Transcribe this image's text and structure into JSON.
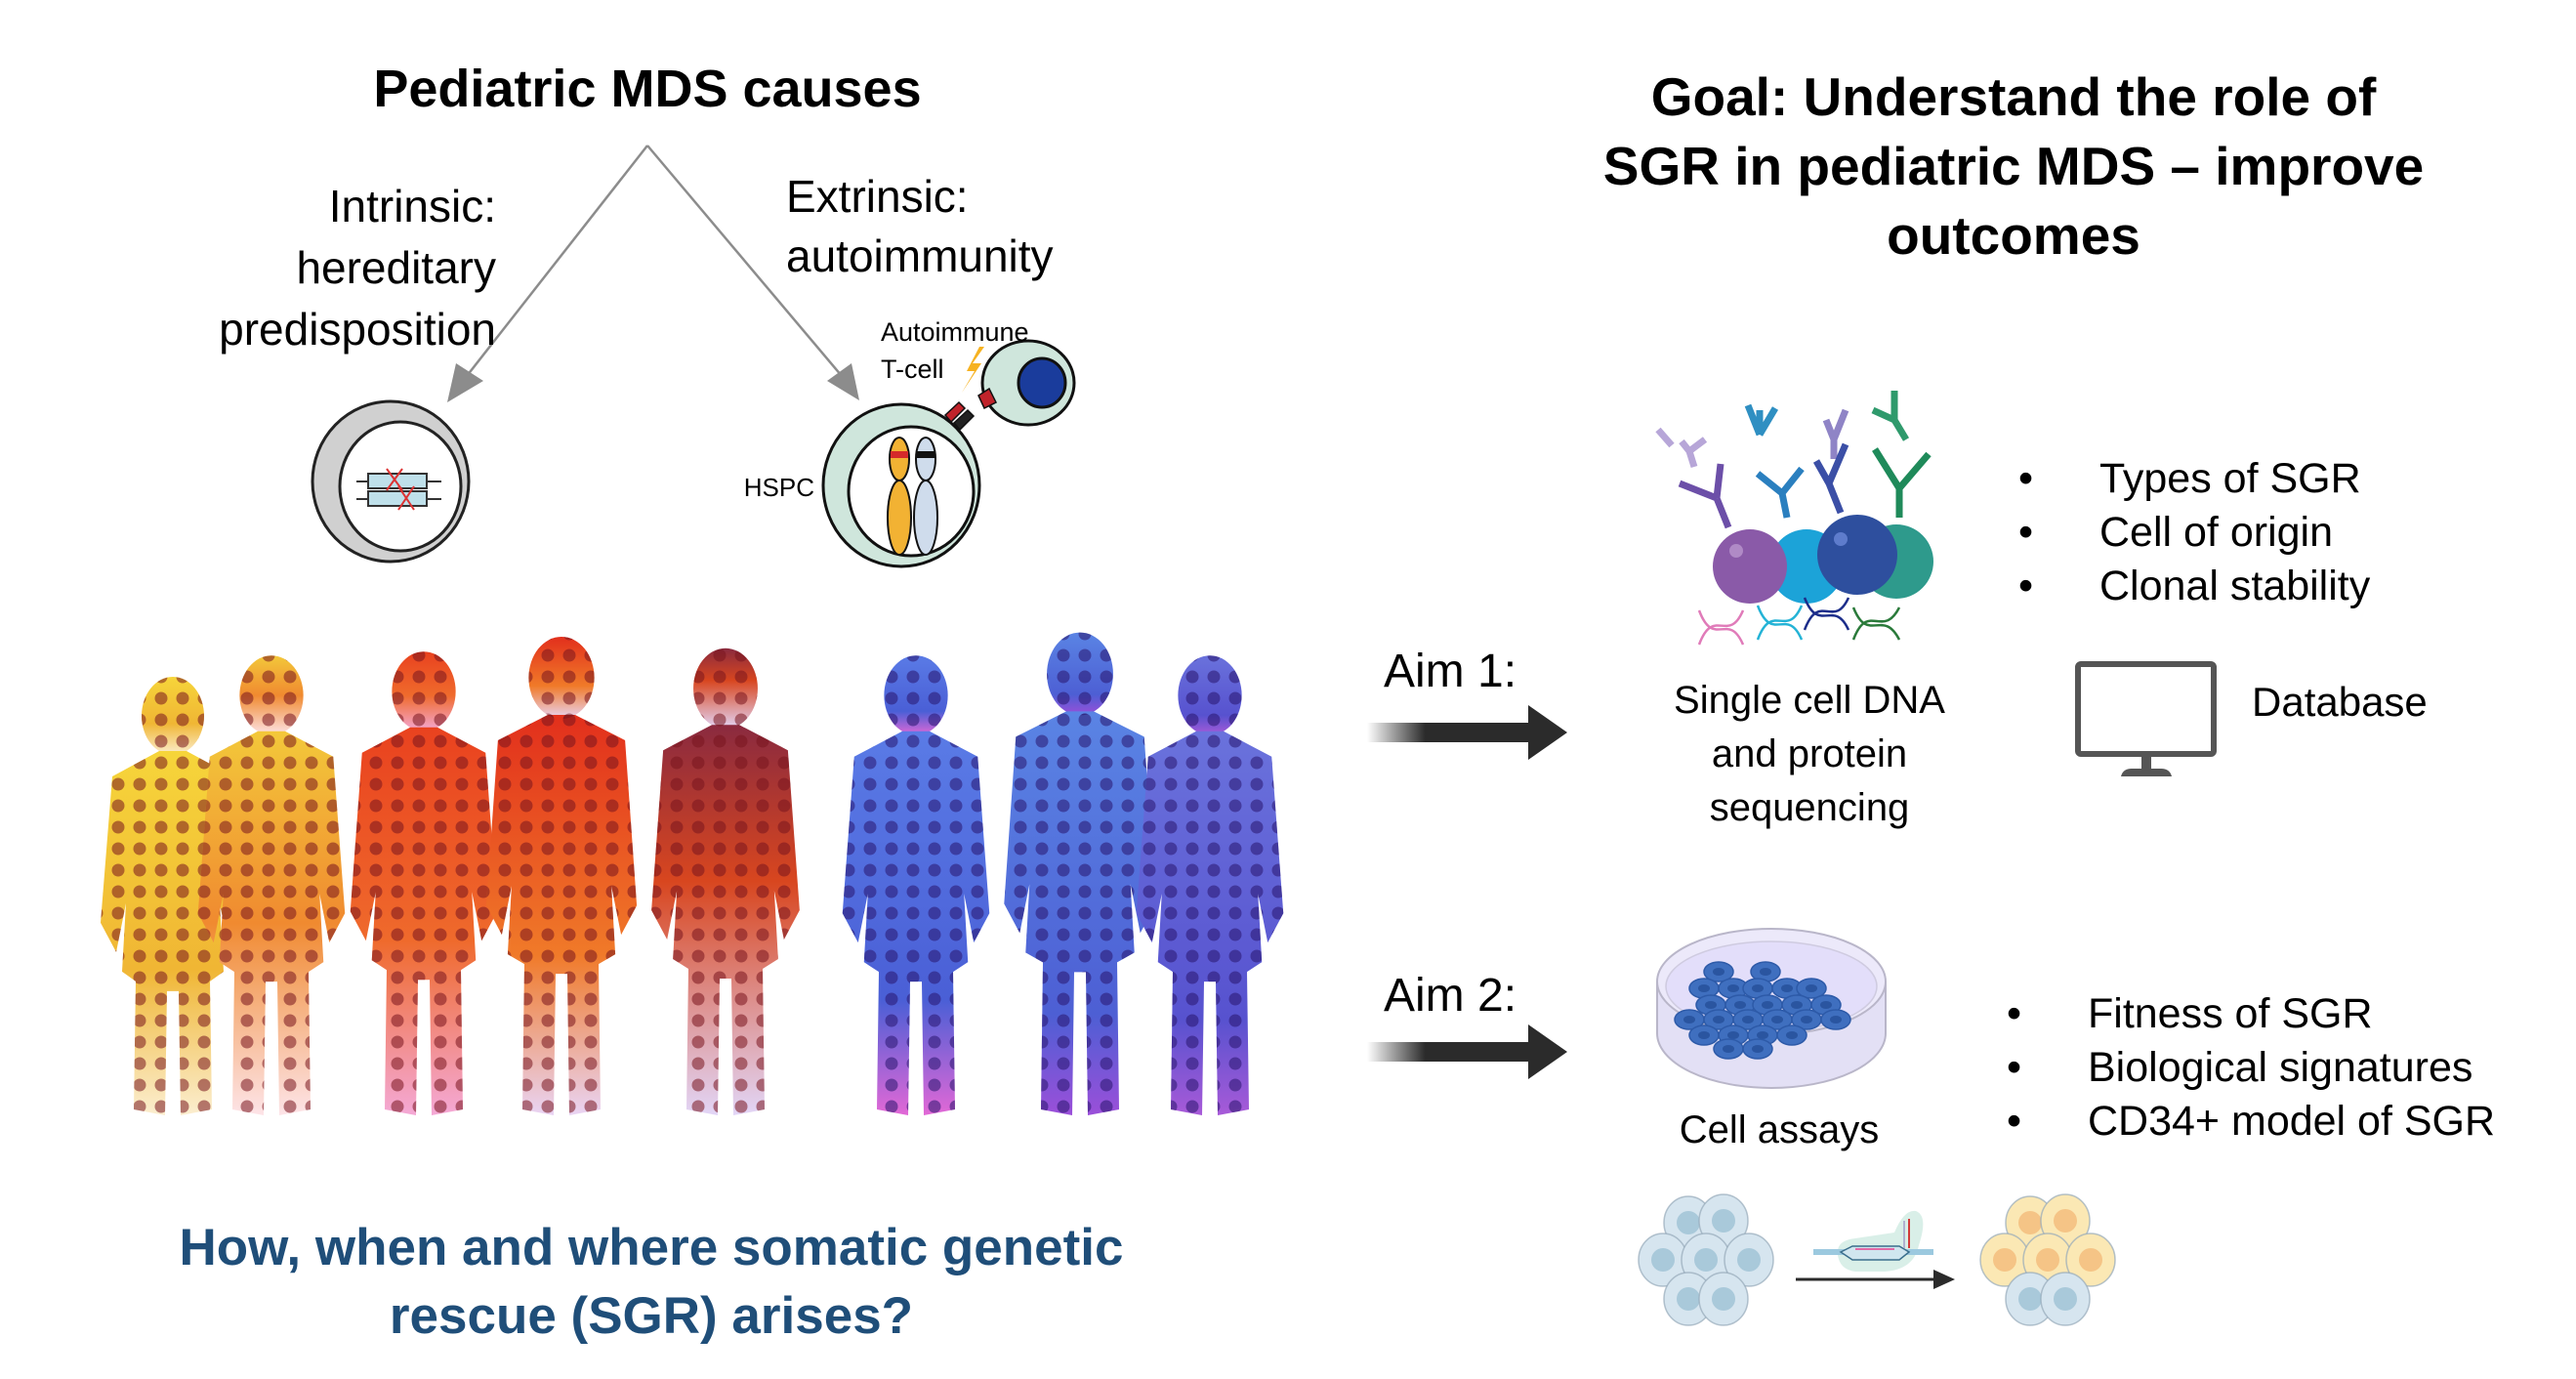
{
  "left_panel": {
    "title": "Pediatric MDS causes",
    "intrinsic": {
      "lines": [
        "Intrinsic:",
        "hereditary",
        "predisposition"
      ]
    },
    "extrinsic": {
      "lines": [
        "Extrinsic:",
        "autoimmunity"
      ]
    },
    "tcell_label_lines": [
      "Autoimmune",
      "T-cell"
    ],
    "hspc_label": "HSPC",
    "question_lines": [
      "How, when and where somatic genetic",
      "rescue (SGR) arises?"
    ]
  },
  "right_panel": {
    "goal_lines": [
      "Goal: Understand the role of",
      "SGR in pediatric MDS – improve",
      "outcomes"
    ],
    "aim1": {
      "label": "Aim 1:",
      "method_lines": [
        "Single cell DNA",
        "and protein",
        "sequencing"
      ],
      "bullet_glyph": "•",
      "bullets": [
        "Types of SGR",
        "Cell of origin",
        "Clonal stability"
      ],
      "database_label": "Database"
    },
    "aim2": {
      "label": "Aim 2:",
      "method_label": "Cell assays",
      "bullet_glyph": "•",
      "bullets": [
        "Fitness of SGR",
        "Biological signatures",
        "CD34+ model of SGR"
      ]
    }
  },
  "icons": {
    "arrow_gray": "causal-arrow",
    "aim_arrow": "aim-arrow",
    "monitor": "monitor-icon",
    "petri_dish": "petri-dish-icon",
    "antibody_beads": "antibody-bead-icon",
    "dna": "dna-icon",
    "cell_cluster": "cell-cluster-icon",
    "crispr": "gene-editing-icon",
    "lightning": "lightning-icon",
    "children": "children-silhouettes"
  },
  "colors": {
    "question_text": "#1f4e79",
    "arrow_gray": "#8c8c8c",
    "aim_arrow": "#2b2b2b",
    "hspc_fill": "#cfe6dc",
    "tcell_nucleus": "#1a3c9c",
    "chromosome_orange": "#f2b233",
    "chromosome_blue": "#cfdcec",
    "bead_purple": "#8a5aa8",
    "bead_cyan": "#1ca3d8",
    "bead_blue": "#2e4f9e",
    "bead_teal": "#2e9a8c",
    "dish_fill": "#e3e0f5",
    "colony_blue": "#3f6fbf",
    "cells_blue": "#d6e5ef",
    "cells_yellow": "#fbe8b4"
  }
}
